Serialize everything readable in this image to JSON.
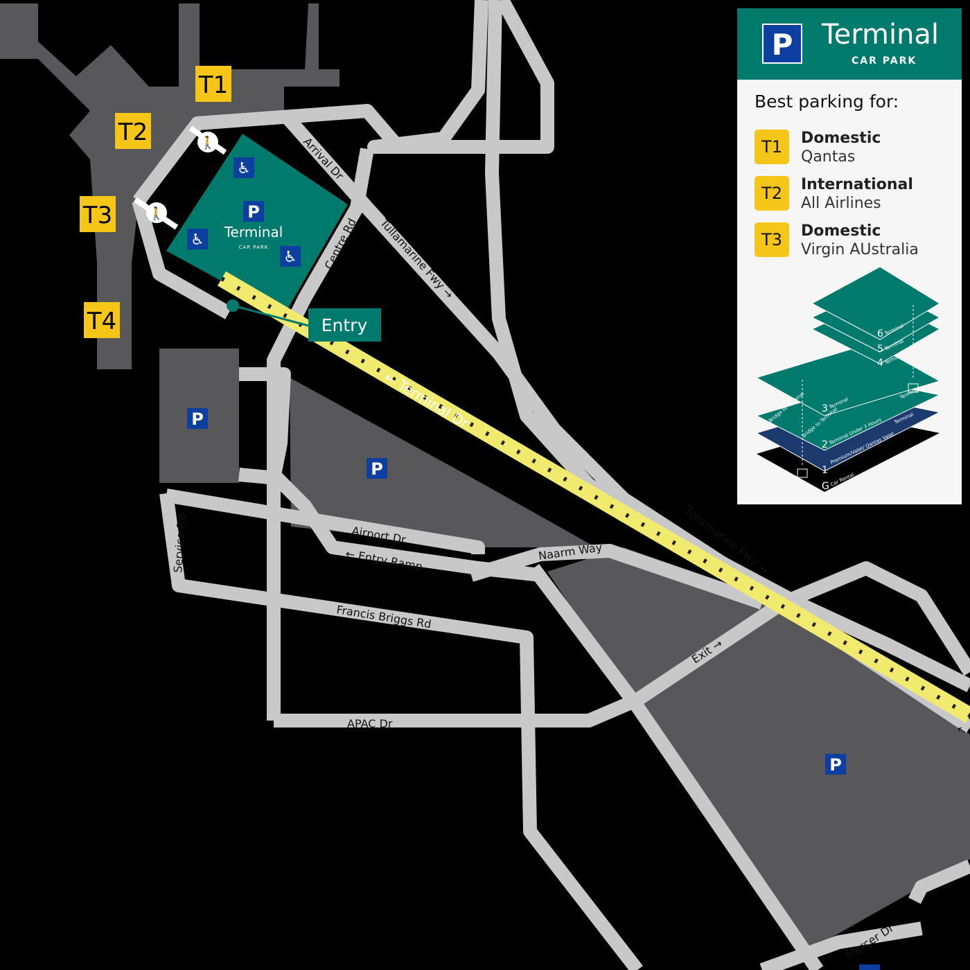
{
  "colors": {
    "car_park": "#007a6c",
    "road": "#c8c8c8",
    "building": "#58585a",
    "terminal_badge": "#f5c518",
    "route": "#f0ea6e",
    "parking_sign": "#0c3fa0",
    "premium_level": "#1d3a6e"
  },
  "terminals": [
    {
      "label": "T1"
    },
    {
      "label": "T2"
    },
    {
      "label": "T3"
    },
    {
      "label": "T4"
    }
  ],
  "map": {
    "car_park_name": "Terminal",
    "car_park_sub": "CAR PARK",
    "parking_symbol": "P",
    "entry_label": "Entry",
    "roads": {
      "arrival": "Arrival Dr",
      "centre": "Centre Rd",
      "tullamarine_1": "Tullamarine Fwy →",
      "terminal_dr": "← Terminal Dr",
      "tullamarine_2": "Tullamarine Fwy →",
      "airport": "Airport Dr",
      "entry_ramp": "← Entry Ramp",
      "naarm": "Naarm Way",
      "service": "Service Rd",
      "francis": "Francis Briggs Rd",
      "apac": "APAC Dr",
      "exit": "Exit →",
      "mercer": "Mercer Dr",
      "arrow_end": "←"
    },
    "icons": [
      "walking-person-icon",
      "accessible-parking-icon",
      "parking-sign-icon"
    ]
  },
  "legend": {
    "title": "Terminal",
    "subtitle": "CAR PARK",
    "best_for": "Best parking for:",
    "rows": [
      {
        "badge": "T1",
        "name": "Domestic",
        "airlines": "Qantas"
      },
      {
        "badge": "T2",
        "name": "International",
        "airlines": "All Airlines"
      },
      {
        "badge": "T3",
        "name": "Domestic",
        "airlines": "Virgin AUstralia"
      }
    ],
    "levels": {
      "l6": "6",
      "l6t": "Terminal",
      "l5": "5",
      "l5t": "Terminal",
      "l4": "4",
      "l4t": "Terminal",
      "l3": "3",
      "l3t": "Terminal",
      "l3r": "Terminal",
      "bridge1": "Bridge to Terminal",
      "l2": "2",
      "l2t": "Terminal Under 3 Hours",
      "bridge2": "Bridge to Terminal",
      "l2r": "Terminal",
      "l1": "1",
      "l1t": "Premium/Valet/ Qantas Valet",
      "g": "G",
      "gt": "Car Rental"
    }
  }
}
